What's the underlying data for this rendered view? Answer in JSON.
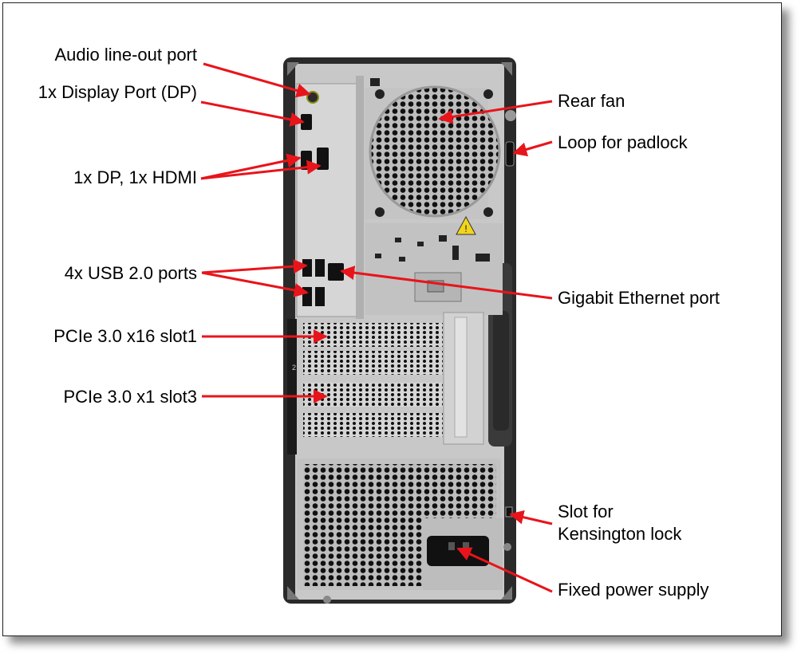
{
  "labels": {
    "audio_lineout": "Audio line-out port",
    "display_port": "1x Display Port (DP)",
    "dp_hdmi": "1x DP, 1x HDMI",
    "usb20": "4x USB 2.0 ports",
    "pcie_x16": "PCIe 3.0 x16 slot1",
    "pcie_x1": "PCIe 3.0 x1 slot3",
    "rear_fan": "Rear fan",
    "padlock": "Loop for padlock",
    "ethernet": "Gigabit Ethernet port",
    "kensington_line1": "Slot for",
    "kensington_line2": "Kensington lock",
    "power_supply": "Fixed power supply"
  },
  "colors": {
    "arrow": "#e8141b",
    "chassis_dark": "#2a2a2a",
    "panel_silver": "#c9c9c9",
    "warning_yellow": "#f2d51b"
  },
  "slot_numbers": [
    "2"
  ]
}
